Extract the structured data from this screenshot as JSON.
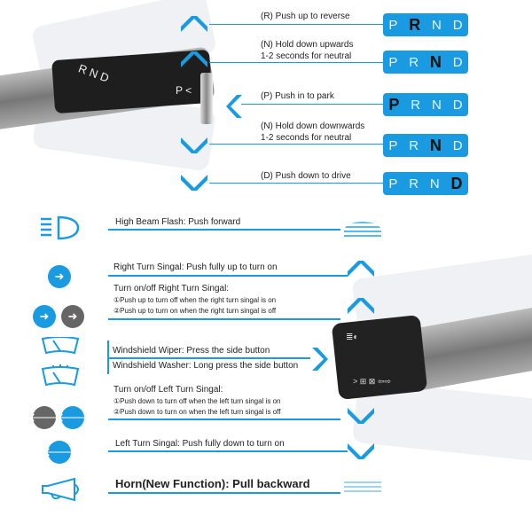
{
  "gear_section": {
    "rows": [
      {
        "label1": "(R) Push up to reverse",
        "label2": "",
        "gears": [
          "P",
          "R",
          "N",
          "D"
        ],
        "active": "R"
      },
      {
        "label1": "(N) Hold down upwards",
        "label2": "1-2 seconds for neutral",
        "gears": [
          "P",
          "R",
          "N",
          "D"
        ],
        "active": "N"
      },
      {
        "label1": "(P) Push in to park",
        "label2": "",
        "gears": [
          "P",
          "R",
          "N",
          "D"
        ],
        "active": "P"
      },
      {
        "label1": "(N) Hold down downwards",
        "label2": "1-2 seconds for neutral",
        "gears": [
          "P",
          "R",
          "N",
          "D"
        ],
        "active": "N"
      },
      {
        "label1": "(D) Push down to drive",
        "label2": "",
        "gears": [
          "P",
          "R",
          "N",
          "D"
        ],
        "active": "D"
      }
    ],
    "stalk_labels": {
      "rnd": "R N D",
      "p": "P <"
    }
  },
  "function_section": {
    "high_beam": "High Beam Flash: Push forward",
    "right_turn": "Right Turn Singal: Push fully up to turn on",
    "right_toggle_title": "Turn on/off Right Turn Singal:",
    "right_toggle_1": "①Push up to turn off when the right turn singal is on",
    "right_toggle_2": "②Push up to turn on when the right turn singal is off",
    "wiper": "Windshield Wiper: Press the side button",
    "washer": "Windshield Washer: Long press the side button",
    "left_toggle_title": "Turn on/off Left Turn Singal:",
    "left_toggle_1": "①Push down to turn off when the left turn singal is on",
    "left_toggle_2": "②Push down to turn on when the left turn singal is off",
    "left_turn": "Left Turn Singal: Push fully down to turn on",
    "horn": "Horn(New Function): Pull backward"
  },
  "colors": {
    "accent": "#1a9ae0",
    "dark": "#666666"
  }
}
